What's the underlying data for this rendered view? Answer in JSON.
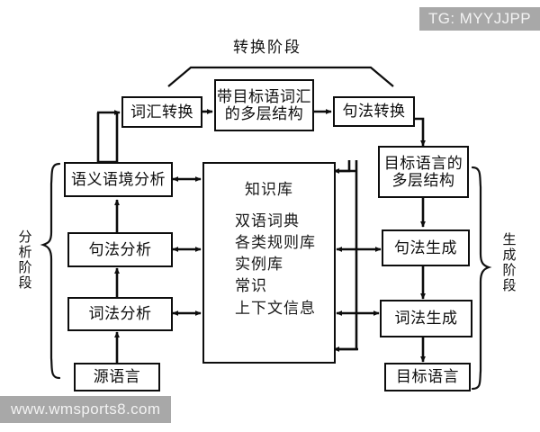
{
  "diagram": {
    "title_top": "转换阶段",
    "phase_left": "分析阶段",
    "phase_right": "生成阶段",
    "nodes": {
      "lexical_transfer": {
        "lines": [
          "词汇转换"
        ]
      },
      "multilayer_with_target_lexicon": {
        "lines": [
          "带目标语词汇",
          "的多层结构"
        ]
      },
      "syntactic_transfer": {
        "lines": [
          "句法转换"
        ]
      },
      "semantic_context_analysis": {
        "lines": [
          "语义语境分析"
        ]
      },
      "syntactic_analysis": {
        "lines": [
          "句法分析"
        ]
      },
      "morphological_analysis": {
        "lines": [
          "词法分析"
        ]
      },
      "source_language": {
        "lines": [
          "源语言"
        ]
      },
      "target_multilayer_structure": {
        "lines": [
          "目标语言的",
          "多层结构"
        ]
      },
      "syntactic_generation": {
        "lines": [
          "句法生成"
        ]
      },
      "morphological_generation": {
        "lines": [
          "词法生成"
        ]
      },
      "target_language": {
        "lines": [
          "目标语言"
        ]
      }
    },
    "knowledge_base": {
      "title": "知识库",
      "items": [
        "双语词典",
        "各类规则库",
        "实例库",
        "常识",
        "上下文信息"
      ]
    }
  },
  "watermarks": {
    "telegram": "TG: MYYJJPP",
    "site": "www.wmsports8.com"
  },
  "colors": {
    "stroke": "#0d0d0d",
    "background": "#ffffff",
    "watermark_bg": "#a8a8a8",
    "watermark_text": "#f2f2f2"
  }
}
